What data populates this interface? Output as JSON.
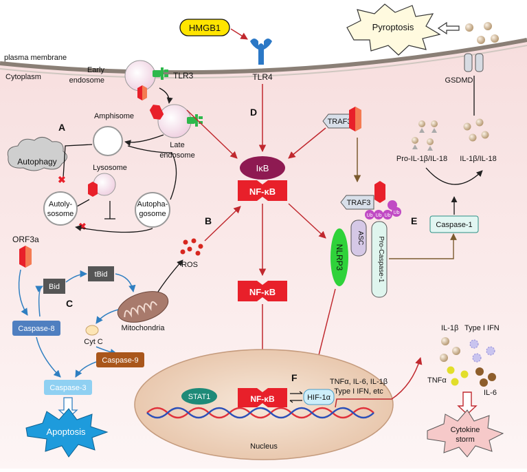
{
  "labels": {
    "hmgb1": "HMGB1",
    "tlr4": "TLR4",
    "tlr3": "TLR3",
    "pyroptosis": "Pyroptosis",
    "gsdmd": "GSDMD",
    "plasma_membrane": "plasma membrane",
    "cytoplasm": "Cytoplasm",
    "early_endosome_1": "Early",
    "early_endosome_2": "endosome",
    "late_endosome_1": "Late",
    "late_endosome_2": "endosome",
    "amphisome": "Amphisome",
    "autophagy": "Autophagy",
    "lysosome": "Lysosome",
    "autolysosome_1": "Autoly-",
    "autolysosome_2": "sosome",
    "autophagosome_1": "Autopha-",
    "autophagosome_2": "gosome",
    "letter_a": "A",
    "letter_b": "B",
    "letter_c": "C",
    "letter_d": "D",
    "letter_e": "E",
    "letter_f": "F",
    "orf3a": "ORF3a",
    "bid": "Bid",
    "tbid": "tBid",
    "ros": "ROS",
    "mitochondria": "Mitochondria",
    "cytc": "Cyt C",
    "caspase8": "Caspase-8",
    "caspase9": "Caspase-9",
    "caspase3": "Caspase-3",
    "apoptosis": "Apoptosis",
    "ikb": "IκB",
    "nfkb": "NF-κB",
    "traf3": "TRAF3",
    "asc": "ASC",
    "nlrp3": "NLRP3",
    "procaspase1": "Pro-Caspase-1",
    "ub": "Ub",
    "caspase1": "Caspase-1",
    "pro_il": "Pro-IL-1β/IL-18",
    "il": "IL-1β/IL-18",
    "stat1": "STAT1",
    "hif": "HIF-1α",
    "cytokines_1": "TNFα, IL-6, IL-1β",
    "cytokines_2": "Type I IFN, etc",
    "nucleus": "Nucleus",
    "il1b": "IL-1β",
    "type1ifn": "Type I IFN",
    "tnfa": "TNFα",
    "il6": "IL-6",
    "cytokine_storm_1": "Cytokine",
    "cytokine_storm_2": "storm"
  },
  "colors": {
    "nfkb_red": "#e8202a",
    "ikb_purple": "#8e1a52",
    "arrow_red": "#c0282e",
    "arrow_blue": "#2f7fc1",
    "caspase8_blue": "#4f7fc0",
    "caspase9_brown": "#a9561b",
    "caspase3_light": "#8fd0f2",
    "nlrp3_green": "#2fd23a",
    "tlr_blue": "#2b78c6",
    "hmgb1_yellow": "#ffe500",
    "stat1_teal": "#1e8a78",
    "cytoplasm_pink": "#fbeaea"
  }
}
